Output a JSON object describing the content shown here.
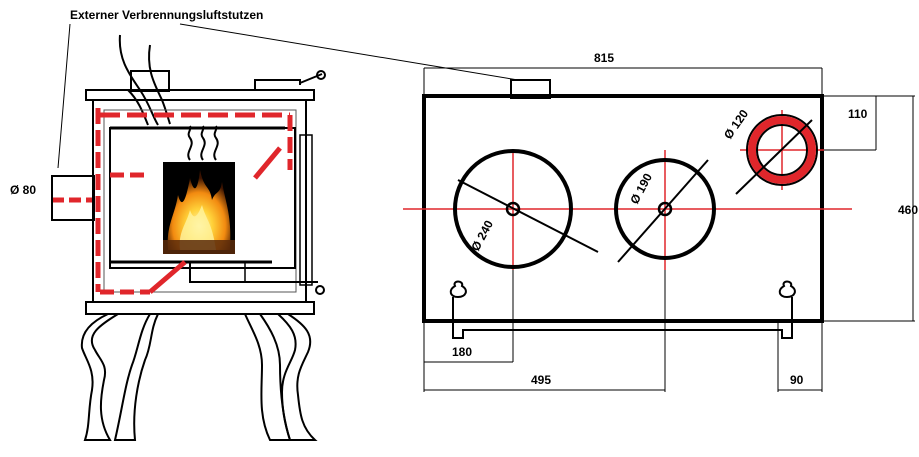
{
  "caption": "Externer Verbrennungsluftstutzen",
  "side_view": {
    "inlet_diameter": "Ø 80"
  },
  "top_view": {
    "dims": {
      "overall_width": "815",
      "depth": "460",
      "rear_offset": "110",
      "left_offset": "180",
      "middle_offset": "495",
      "right_offset": "90"
    },
    "plates": {
      "large": "Ø 240",
      "medium": "Ø 190",
      "flue": "Ø 120"
    }
  },
  "colors": {
    "line": "#000000",
    "red": "#e0262b",
    "fire_bg": "#000000"
  }
}
